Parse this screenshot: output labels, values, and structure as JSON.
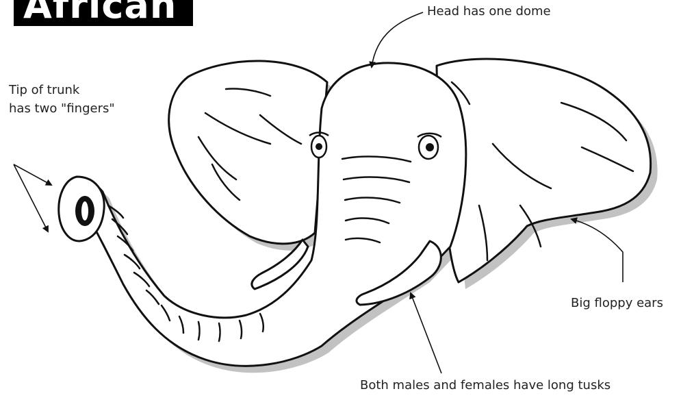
{
  "title": "African",
  "callouts": {
    "head": "Head has one dome",
    "trunk_line1": "Tip of trunk",
    "trunk_line2": "has two \"fingers\"",
    "ears": "Big floppy ears",
    "tusks": "Both males and females have long tusks"
  },
  "colors": {
    "ink": "#111111",
    "shadow": "#c2c2c2",
    "title_bg": "#000000",
    "title_text": "#ffffff"
  }
}
